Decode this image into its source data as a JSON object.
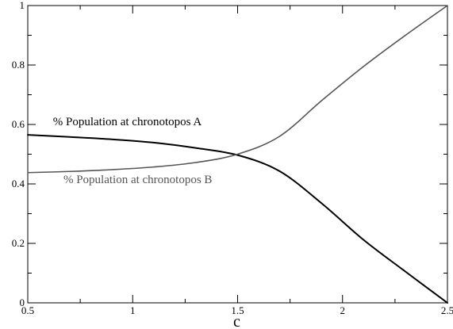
{
  "chart_data": {
    "type": "line",
    "xlabel": "c",
    "ylabel": "",
    "xlim": [
      0.5,
      2.5
    ],
    "ylim": [
      0,
      1
    ],
    "xticks": [
      {
        "value": 0.5,
        "label": "0.5"
      },
      {
        "value": 1,
        "label": "1"
      },
      {
        "value": 1.5,
        "label": "1.5"
      },
      {
        "value": 2,
        "label": "2"
      },
      {
        "value": 2.5,
        "label": "2.5"
      }
    ],
    "yticks": [
      {
        "value": 0,
        "label": "0"
      },
      {
        "value": 0.2,
        "label": "0.2"
      },
      {
        "value": 0.4,
        "label": "0.4"
      },
      {
        "value": 0.6,
        "label": "0.6"
      },
      {
        "value": 0.8,
        "label": "0.8"
      },
      {
        "value": 1,
        "label": "1"
      }
    ],
    "grid": false,
    "series": [
      {
        "name": "% Population at chronotopos A",
        "color": "#000000",
        "x": [
          0.5,
          0.7,
          0.9,
          1.1,
          1.3,
          1.5,
          1.7,
          1.9,
          2.1,
          2.3,
          2.5
        ],
        "y": [
          0.565,
          0.558,
          0.55,
          0.539,
          0.521,
          0.497,
          0.443,
          0.335,
          0.212,
          0.105,
          0.0
        ]
      },
      {
        "name": "% Population at chronotopos B",
        "color": "#555555",
        "x": [
          0.5,
          0.7,
          0.9,
          1.1,
          1.3,
          1.5,
          1.7,
          1.9,
          2.1,
          2.3,
          2.5
        ],
        "y": [
          0.438,
          0.442,
          0.448,
          0.457,
          0.472,
          0.5,
          0.56,
          0.68,
          0.795,
          0.9,
          1.0
        ]
      }
    ],
    "annotations": [
      {
        "text": "% Population at chronotopos A",
        "x": 0.62,
        "y": 0.597,
        "color": "#000000"
      },
      {
        "text": "% Population at chronotopos B",
        "x": 0.67,
        "y": 0.403,
        "color": "#555555"
      }
    ]
  }
}
